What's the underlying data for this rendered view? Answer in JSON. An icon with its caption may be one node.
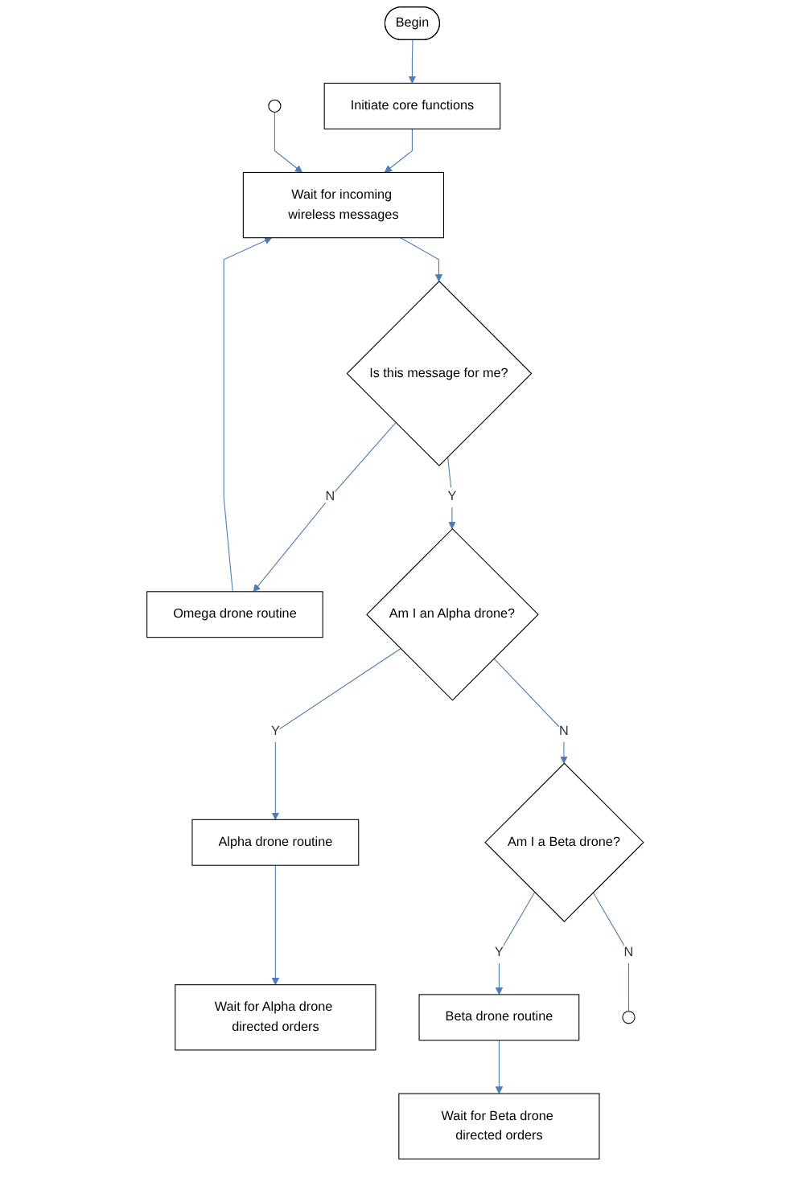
{
  "diagram": {
    "nodes": [
      {
        "text": [
          "Begin"
        ]
      },
      {
        "text": [
          "Initiate core functions"
        ]
      },
      {
        "text": [
          "Wait for incoming wireless messages"
        ]
      },
      {
        "text": [
          "Is this message for me?"
        ]
      },
      {
        "text": [
          "Omega drone routine"
        ]
      },
      {
        "text": [
          "Am I an Alpha drone?"
        ]
      },
      {
        "text": [
          "Alpha drone routine"
        ]
      },
      {
        "text": [
          "Wait for Alpha drone directed orders"
        ]
      },
      {
        "text": [
          "Am I a Beta drone?"
        ]
      },
      {
        "text": [
          "Beta drone routine"
        ]
      },
      {
        "text": [
          "Wait for Beta drone directed orders"
        ]
      }
    ],
    "edges": [
      {
        "from": 0,
        "to": 1,
        "arrow": "to"
      },
      {
        "from": 1,
        "to": 2,
        "arrow": "to"
      },
      {
        "from": 2,
        "to": 3,
        "arrow": "to"
      },
      {
        "from": 3,
        "to": 4,
        "arrow": "to",
        "label": "N"
      },
      {
        "from": 4,
        "to": 2,
        "arrow": "to"
      },
      {
        "from": 3,
        "to": 5,
        "arrow": "to",
        "label": "Y"
      },
      {
        "from": 5,
        "to": 6,
        "arrow": "to",
        "label": "Y"
      },
      {
        "from": 5,
        "to": 8,
        "arrow": "to",
        "label": "N"
      },
      {
        "from": 6,
        "to": 7,
        "arrow": "to"
      },
      {
        "from": 8,
        "to": 9,
        "arrow": "to",
        "label": "Y"
      },
      {
        "from": 9,
        "to": 10,
        "arrow": "to"
      },
      {
        "from": 8,
        "to": null,
        "arrow": "none",
        "label": "N"
      },
      {
        "from": null,
        "to": 2,
        "arrow": "to"
      }
    ]
  }
}
